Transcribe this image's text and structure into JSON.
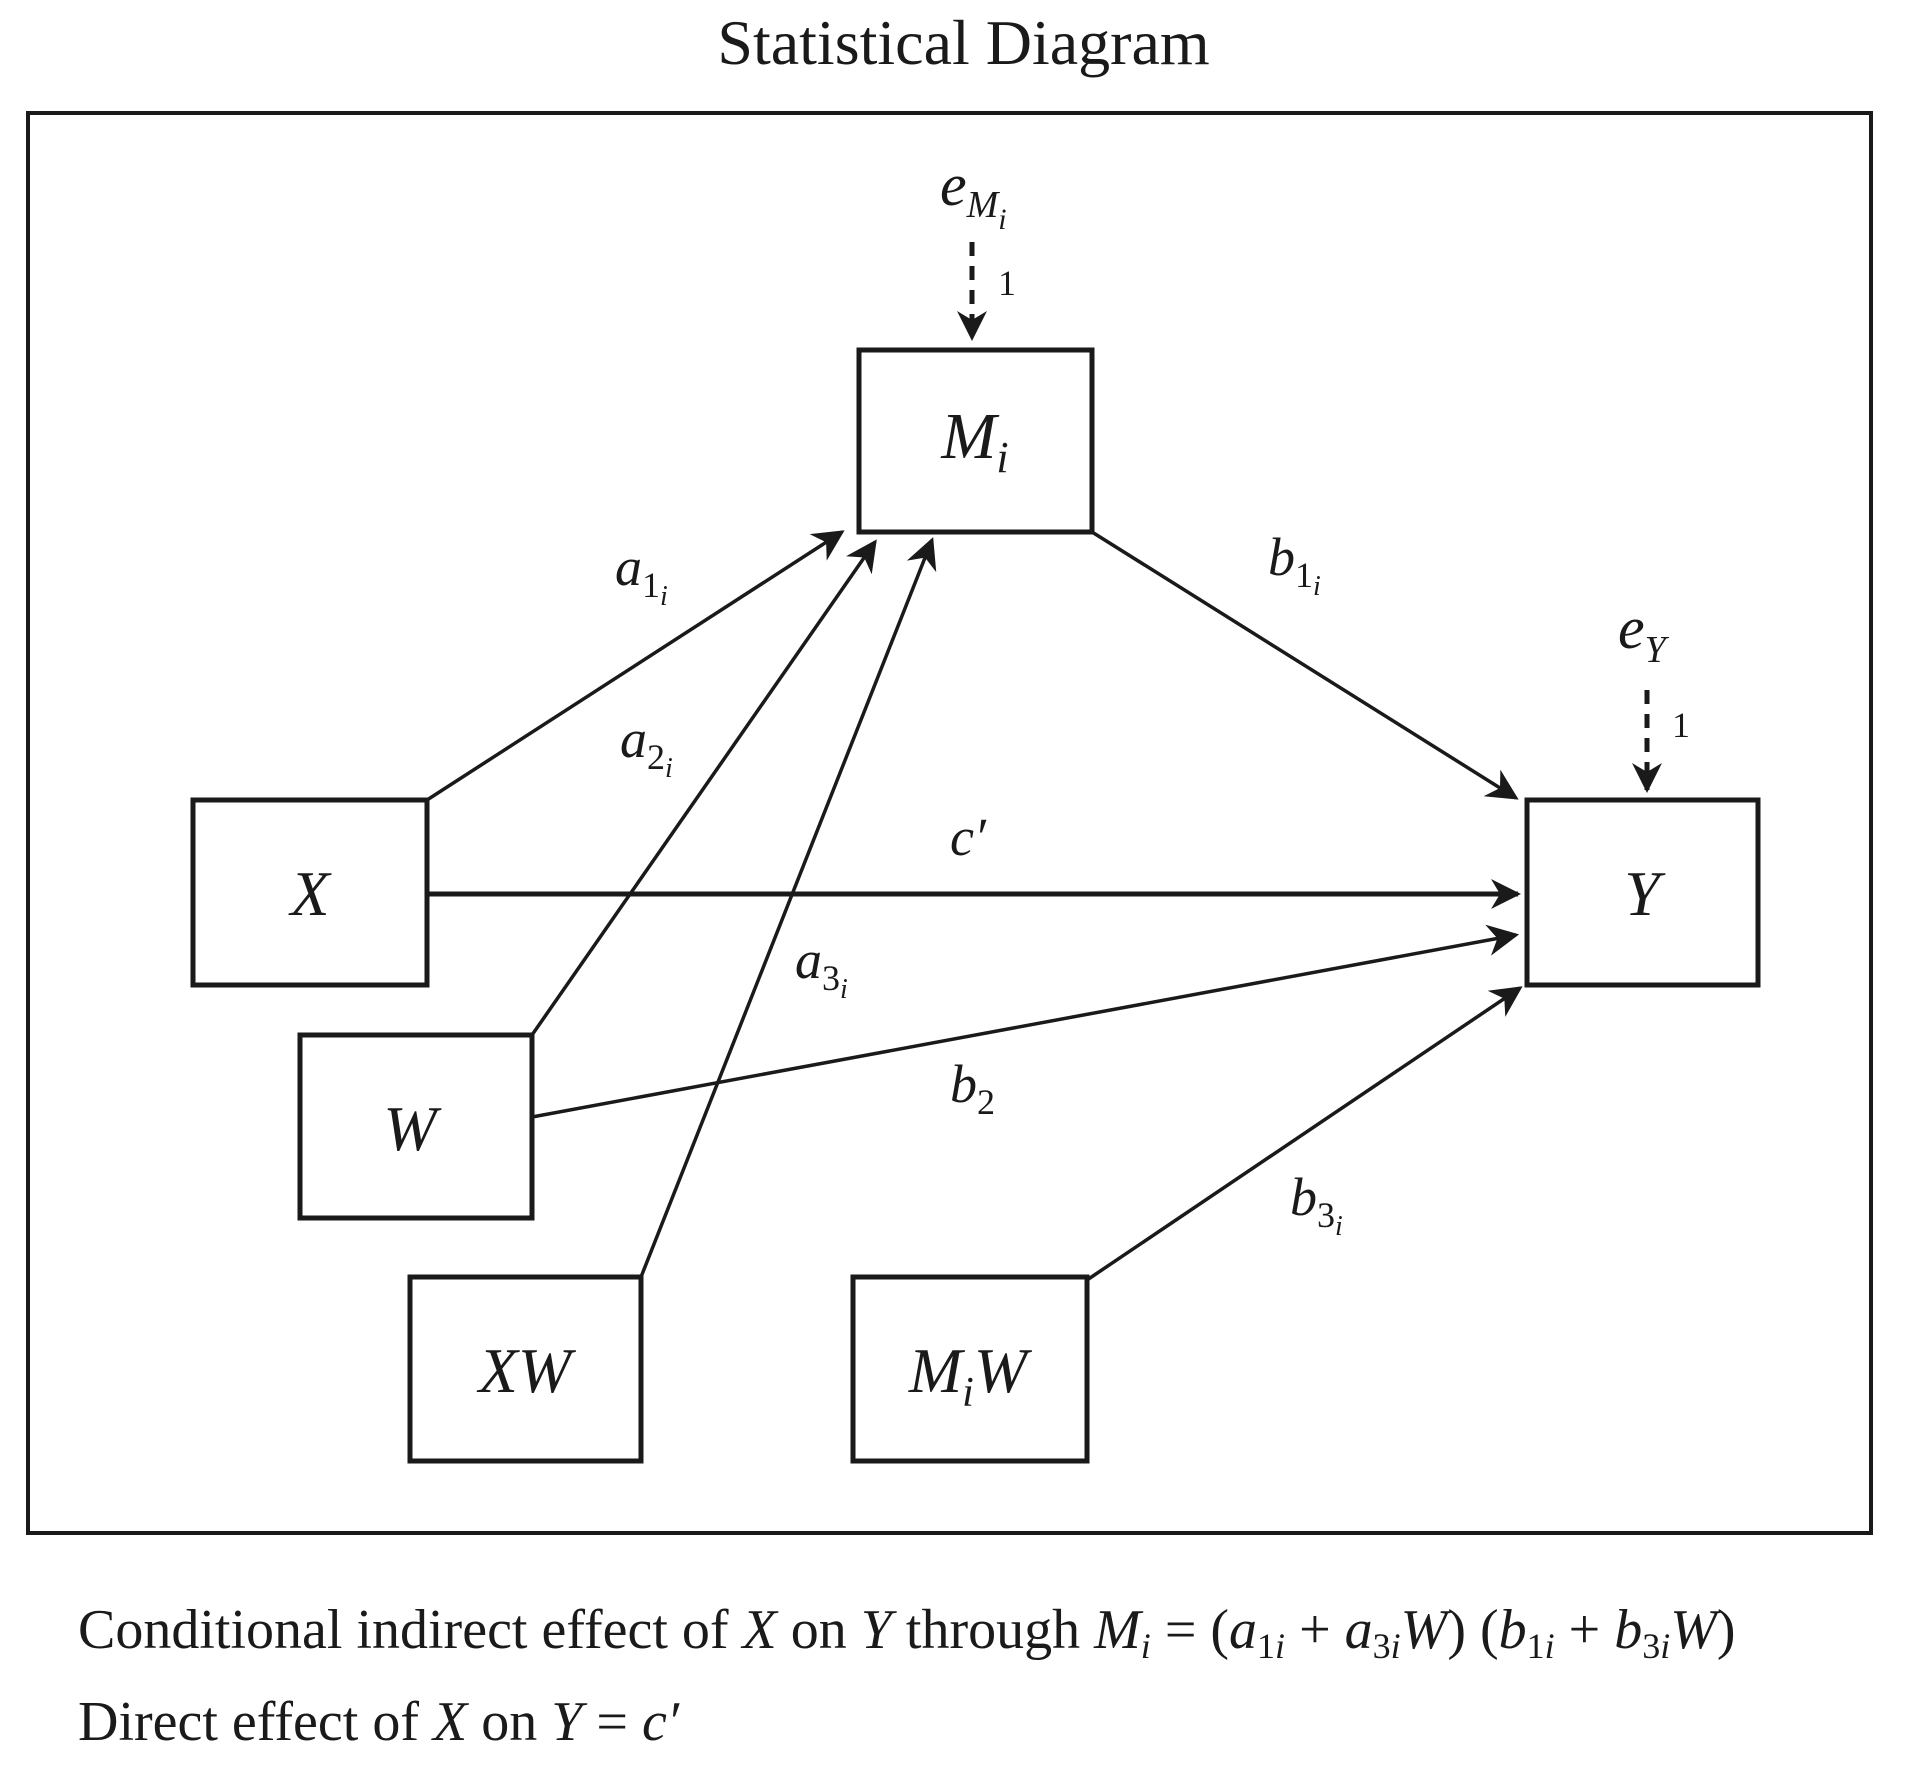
{
  "title": "Statistical Diagram",
  "nodes": {
    "x": "X",
    "w": "W",
    "xw": "XW",
    "mi": {
      "main": "M",
      "sub": "i"
    },
    "miw": {
      "main": "M",
      "sub": "i",
      "tail": "W"
    },
    "y": "Y"
  },
  "errors": {
    "em": {
      "main": "e",
      "sub": "M",
      "subsub": "i",
      "weight": "1"
    },
    "ey": {
      "main": "e",
      "sub": "Y",
      "weight": "1"
    }
  },
  "paths": {
    "a1": {
      "main": "a",
      "sub": "1",
      "subsub": "i"
    },
    "a2": {
      "main": "a",
      "sub": "2",
      "subsub": "i"
    },
    "a3": {
      "main": "a",
      "sub": "3",
      "subsub": "i"
    },
    "b1": {
      "main": "b",
      "sub": "1",
      "subsub": "i"
    },
    "b2": {
      "main": "b",
      "sub": "2"
    },
    "b3": {
      "main": "b",
      "sub": "3",
      "subsub": "i"
    },
    "c": "c′"
  },
  "footer": {
    "line1": {
      "text_a": "Conditional indirect effect of ",
      "x": "X",
      "text_b": " on ",
      "y": "Y",
      "text_c": " through ",
      "m": "M",
      "m_sub": "i",
      "text_d": " = (",
      "a1": "a",
      "a1_sub": "1",
      "a1_subsub": "i",
      "plus1": " + ",
      "a3": "a",
      "a3_sub": "3",
      "a3_subsub": "i",
      "w1": "W",
      "text_e": ") (",
      "b1": "b",
      "b1_sub": "1",
      "b1_subsub": "i",
      "plus2": " + ",
      "b3": "b",
      "b3_sub": "3",
      "b3_subsub": "i",
      "w2": "W",
      "text_f": ")"
    },
    "line2": {
      "text_a": "Direct effect of ",
      "x": "X",
      "text_b": " on ",
      "y": "Y",
      "text_c": " = ",
      "c": "c′"
    }
  }
}
